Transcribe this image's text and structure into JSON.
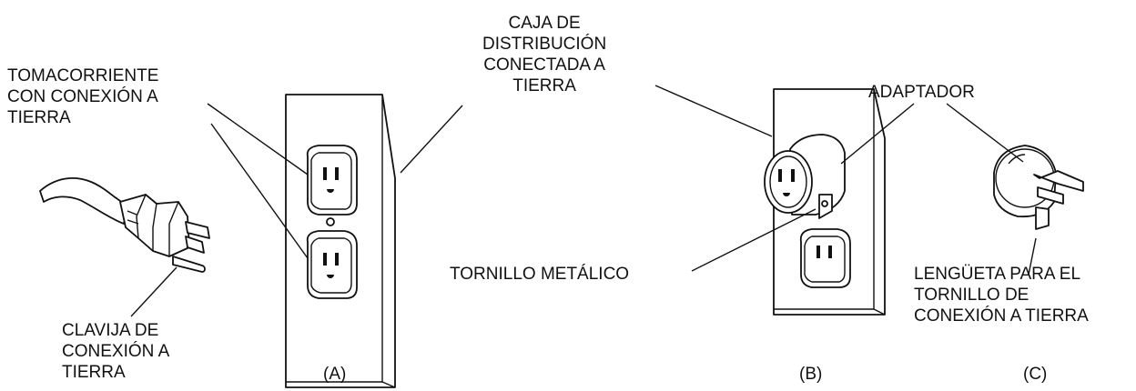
{
  "labels": {
    "grounded_outlet": [
      "TOMACORRIENTE",
      "CON CONEXIÓN A",
      "TIERRA"
    ],
    "grounded_box": [
      "CAJA DE",
      "DISTRIBUCIÓN",
      "CONECTADA A",
      "TIERRA"
    ],
    "adapter": "ADAPTADOR",
    "metal_screw": "TORNILLO METÁLICO",
    "ground_pin": [
      "CLAVIJA DE",
      "CONEXIÓN A",
      "TIERRA"
    ],
    "ground_tab": [
      "LENGÜETA PARA EL",
      "TORNILLO DE",
      "CONEXIÓN A TIERRA"
    ]
  },
  "figure_letters": {
    "a": "(A)",
    "b": "(B)",
    "c": "(C)"
  }
}
